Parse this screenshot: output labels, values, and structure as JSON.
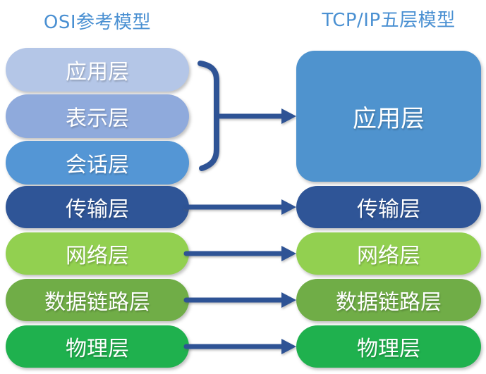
{
  "diagram": {
    "left": {
      "title": "OSI参考模型",
      "layers": [
        {
          "label": "应用层",
          "color": "#b4c6e7"
        },
        {
          "label": "表示层",
          "color": "#8faadc"
        },
        {
          "label": "会话层",
          "color": "#5496d5"
        },
        {
          "label": "传输层",
          "color": "#2f5597"
        },
        {
          "label": "网络层",
          "color": "#92d050"
        },
        {
          "label": "数据链路层",
          "color": "#70ad47"
        },
        {
          "label": "物理层",
          "color": "#1fb14e"
        }
      ]
    },
    "right": {
      "title": "TCP/IP五层模型",
      "layers": [
        {
          "label": "应用层",
          "color": "#4f93ce"
        },
        {
          "label": "传输层",
          "color": "#2f5597"
        },
        {
          "label": "网络层",
          "color": "#92d050"
        },
        {
          "label": "数据链路层",
          "color": "#70ad47"
        },
        {
          "label": "物理层",
          "color": "#1fb14e"
        }
      ]
    },
    "colors": {
      "title_text": "#4a90d2",
      "connector": "#2e5395",
      "box_text": "#ffffff"
    }
  }
}
